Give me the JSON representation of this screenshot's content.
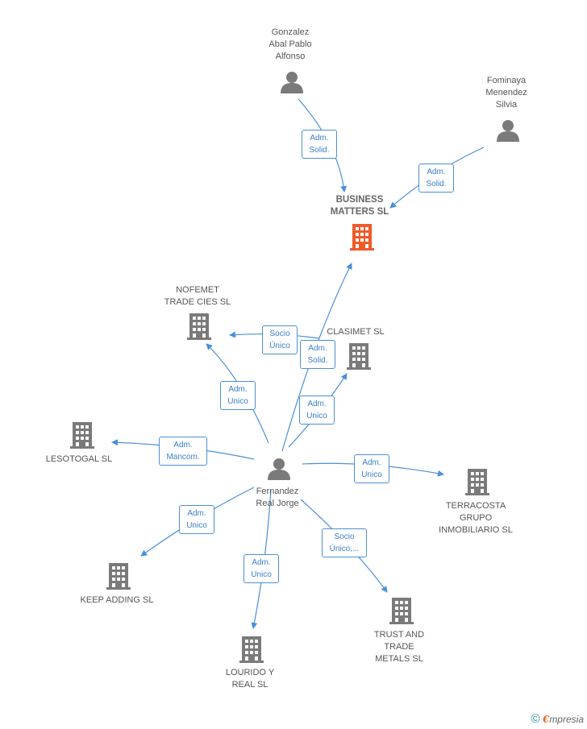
{
  "colors": {
    "edge": "#4a90d9",
    "building": "#7a7a7a",
    "building_main": "#f05a28",
    "person": "#7a7a7a"
  },
  "nodes": {
    "gonzalez": {
      "label": "Gonzalez\nAbal Pablo\nAlfonso",
      "icon": "person-icon"
    },
    "fominaya": {
      "label": "Fominaya\nMenendez\nSilvia",
      "icon": "person-icon"
    },
    "business_matters": {
      "label": "BUSINESS\nMATTERS SL",
      "icon": "building-icon"
    },
    "nofemet": {
      "label": "NOFEMET\nTRADE CIES  SL",
      "icon": "building-icon"
    },
    "clasimet": {
      "label": "CLASIMET  SL",
      "icon": "building-icon"
    },
    "lesotogal": {
      "label": "LESOTOGAL SL",
      "icon": "building-icon"
    },
    "fernandez": {
      "label": "Fernandez\nReal Jorge",
      "icon": "person-icon"
    },
    "terracosta": {
      "label": "TERRACOSTA\nGRUPO\nINMOBILIARIO SL",
      "icon": "building-icon"
    },
    "keep_adding": {
      "label": "KEEP ADDING SL",
      "icon": "building-icon"
    },
    "lourido": {
      "label": "LOURIDO Y\nREAL SL",
      "icon": "building-icon"
    },
    "trust_trade": {
      "label": "TRUST AND\nTRADE\nMETALS  SL",
      "icon": "building-icon"
    }
  },
  "edges": {
    "gonzalez_business": "Adm.\nSolid.",
    "fominaya_business": "Adm.\nSolid.",
    "fernandez_nofemet_socio": "Socio\nÚnico",
    "fernandez_business": "Adm.\nSolid.",
    "fernandez_nofemet_adm": "Adm.\nUnico",
    "fernandez_clasimet": "Adm.\nUnico",
    "fernandez_lesotogal": "Adm.\nMancom.",
    "fernandez_terracosta": "Adm.\nUnico",
    "fernandez_keep": "Adm.\nUnico",
    "fernandez_lourido": "Adm.\nUnico",
    "fernandez_trust": "Socio\nÚnico,..."
  },
  "footer": {
    "copyright": "©",
    "brand_e": "€",
    "brand_rest": "mpresia"
  }
}
